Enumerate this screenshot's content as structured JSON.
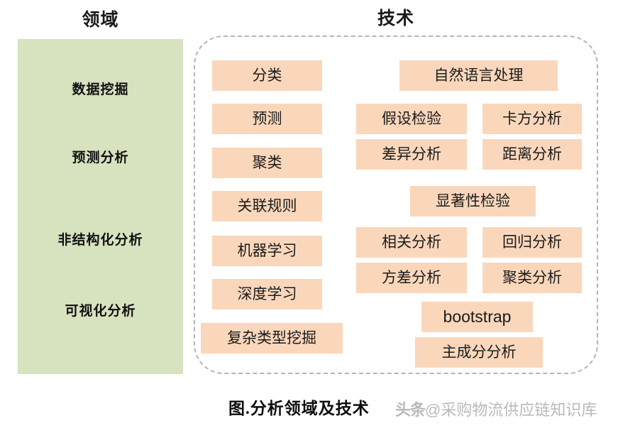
{
  "figure": {
    "caption": "图.分析领域及技术",
    "watermark": {
      "source": "头条",
      "account": "@采购物流供应链知识库"
    },
    "colors": {
      "domain_panel_fill": "#d7e2bf",
      "chip_fill": "#fad7bb",
      "dashed_border": "#b5b5b5",
      "text": "#1b1b1b",
      "watermark_text": "#b9b9b9",
      "background": "#ffffff"
    }
  },
  "columns": {
    "domain": {
      "header": "领域",
      "items": [
        {
          "label": "数据挖掘"
        },
        {
          "label": "预测分析"
        },
        {
          "label": "非结构化分析"
        },
        {
          "label": "可视化分析"
        }
      ]
    },
    "technology": {
      "header": "技术",
      "left_group": [
        {
          "label": "分类"
        },
        {
          "label": "预测"
        },
        {
          "label": "聚类"
        },
        {
          "label": "关联规则"
        },
        {
          "label": "机器学习"
        },
        {
          "label": "深度学习"
        },
        {
          "label": "复杂类型挖掘"
        }
      ],
      "right_group": [
        {
          "label": "自然语言处理"
        },
        {
          "label": "假设检验"
        },
        {
          "label": "卡方分析"
        },
        {
          "label": "差异分析"
        },
        {
          "label": "距离分析"
        },
        {
          "label": "显著性检验"
        },
        {
          "label": "相关分析"
        },
        {
          "label": "回归分析"
        },
        {
          "label": "方差分析"
        },
        {
          "label": "聚类分析"
        },
        {
          "label": "bootstrap"
        },
        {
          "label": "主成分分析"
        }
      ]
    }
  }
}
